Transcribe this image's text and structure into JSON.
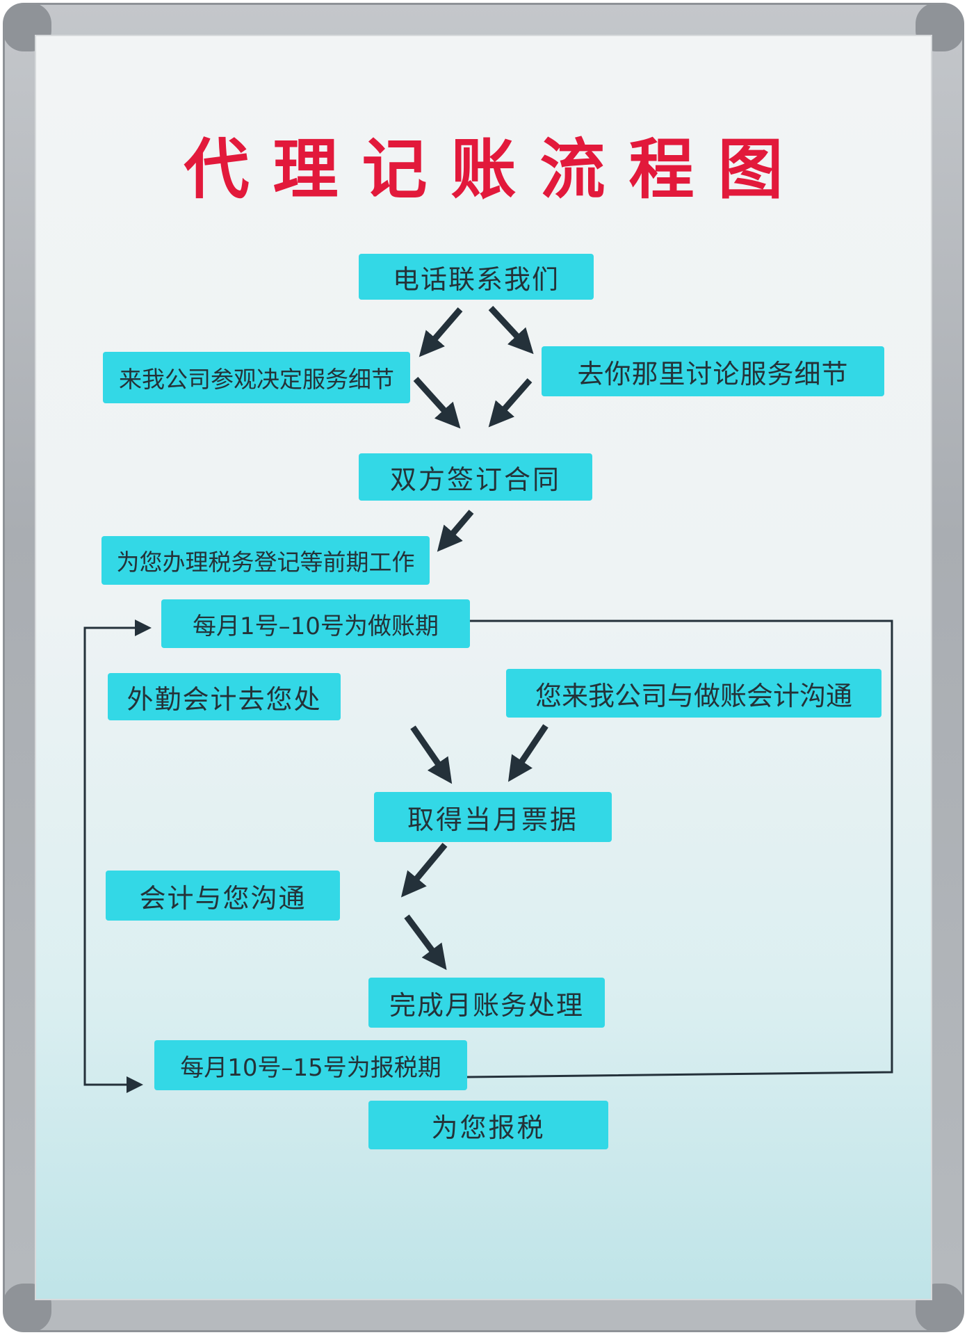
{
  "title": "代理记账流程图",
  "colors": {
    "title": "#e2193b",
    "box": "#33d8e6",
    "arrow": "#24313a",
    "frame": "#a9adb2"
  },
  "steps": {
    "contact": "电话联系我们",
    "visit_company": "来我公司参观决定服务细节",
    "go_to_you": "去你那里讨论服务细节",
    "sign_contract": "双方签订合同",
    "tax_registration": "为您办理税务登记等前期工作",
    "bookkeeping_period": "每月1号–10号为做账期",
    "field_accountant": "外勤会计去您处",
    "you_come": "您来我公司与做账会计沟通",
    "get_receipts": "取得当月票据",
    "communicate": "会计与您沟通",
    "finish_accounts": "完成月账务处理",
    "tax_period": "每月10号–15号为报税期",
    "file_taxes": "为您报税"
  }
}
